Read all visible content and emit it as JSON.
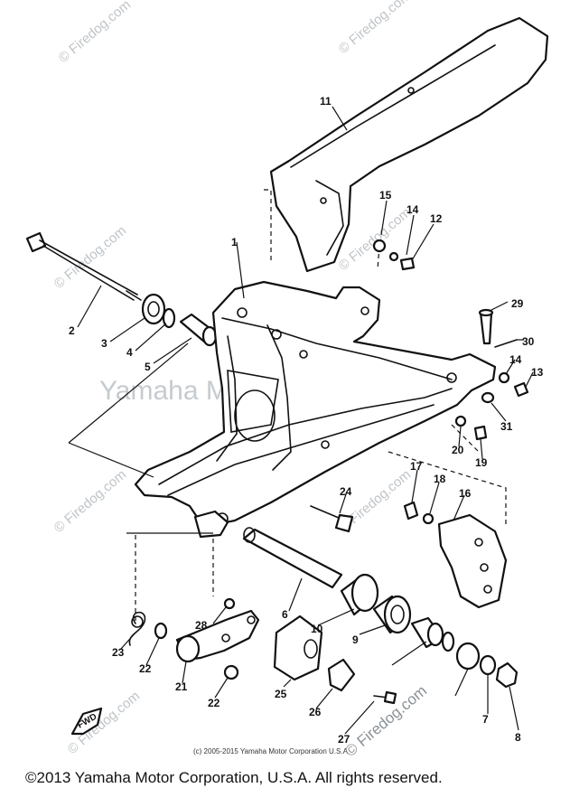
{
  "watermarks": {
    "corner": "© Firedog.com",
    "center": "Yamaha Motor Corp. U.S.A."
  },
  "callouts": [
    "1",
    "2",
    "3",
    "4",
    "5",
    "6",
    "7",
    "8",
    "9",
    "10",
    "11",
    "12",
    "13",
    "14",
    "15",
    "16",
    "17",
    "18",
    "19",
    "20",
    "21",
    "22",
    "23",
    "24",
    "25",
    "26",
    "27",
    "28",
    "29",
    "30",
    "31"
  ],
  "fwd_label": "FWD",
  "small_copyright": "(c) 2005-2015 Yamaha Motor Corporation U.S.A",
  "footer_text": "©2013 Yamaha Motor Corporation, U.S.A. All rights reserved.",
  "colors": {
    "line": "#111111",
    "watermark": "#bfc4c8",
    "background": "#ffffff"
  }
}
